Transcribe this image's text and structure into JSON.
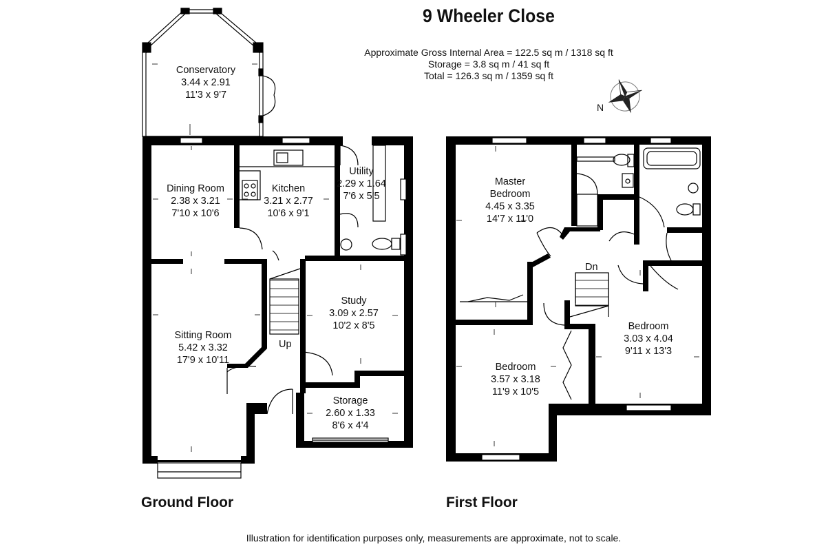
{
  "header": {
    "title": "9 Wheeler Close",
    "area_gross": "Approximate Gross Internal Area = 122.5 sq m / 1318 sq ft",
    "area_storage": "Storage = 3.8 sq m / 41 sq ft",
    "area_total": "Total = 126.3 sq m / 1359 sq ft"
  },
  "compass": {
    "label": "N",
    "icon": "compass-rose-icon"
  },
  "floors": {
    "ground": {
      "label": "Ground Floor",
      "stairs_label": "Up",
      "rooms": {
        "conservatory": {
          "name": "Conservatory",
          "metric": "3.44 x 2.91",
          "imperial": "11'3 x 9'7"
        },
        "dining": {
          "name": "Dining Room",
          "metric": "2.38 x 3.21",
          "imperial": "7'10 x 10'6"
        },
        "kitchen": {
          "name": "Kitchen",
          "metric": "3.21 x 2.77",
          "imperial": "10'6 x 9'1"
        },
        "utility": {
          "name": "Utility",
          "metric": "2.29 x 1.64",
          "imperial": "7'6 x 5'5"
        },
        "sitting": {
          "name": "Sitting Room",
          "metric": "5.42 x 3.32",
          "imperial": "17'9 x 10'11"
        },
        "study": {
          "name": "Study",
          "metric": "3.09 x 2.57",
          "imperial": "10'2 x 8'5"
        },
        "storage": {
          "name": "Storage",
          "metric": "2.60 x 1.33",
          "imperial": "8'6 x 4'4"
        }
      }
    },
    "first": {
      "label": "First Floor",
      "stairs_label": "Dn",
      "rooms": {
        "master": {
          "name": "Master",
          "name2": "Bedroom",
          "metric": "4.45 x 3.35",
          "imperial": "14'7 x 11'0"
        },
        "bedroom2": {
          "name": "Bedroom",
          "metric": "3.57 x 3.18",
          "imperial": "11'9 x 10'5"
        },
        "bedroom3": {
          "name": "Bedroom",
          "metric": "3.03 x 4.04",
          "imperial": "9'11 x 13'3"
        }
      }
    }
  },
  "footer": {
    "disclaimer": "Illustration for identification purposes only, measurements are approximate, not to scale."
  }
}
